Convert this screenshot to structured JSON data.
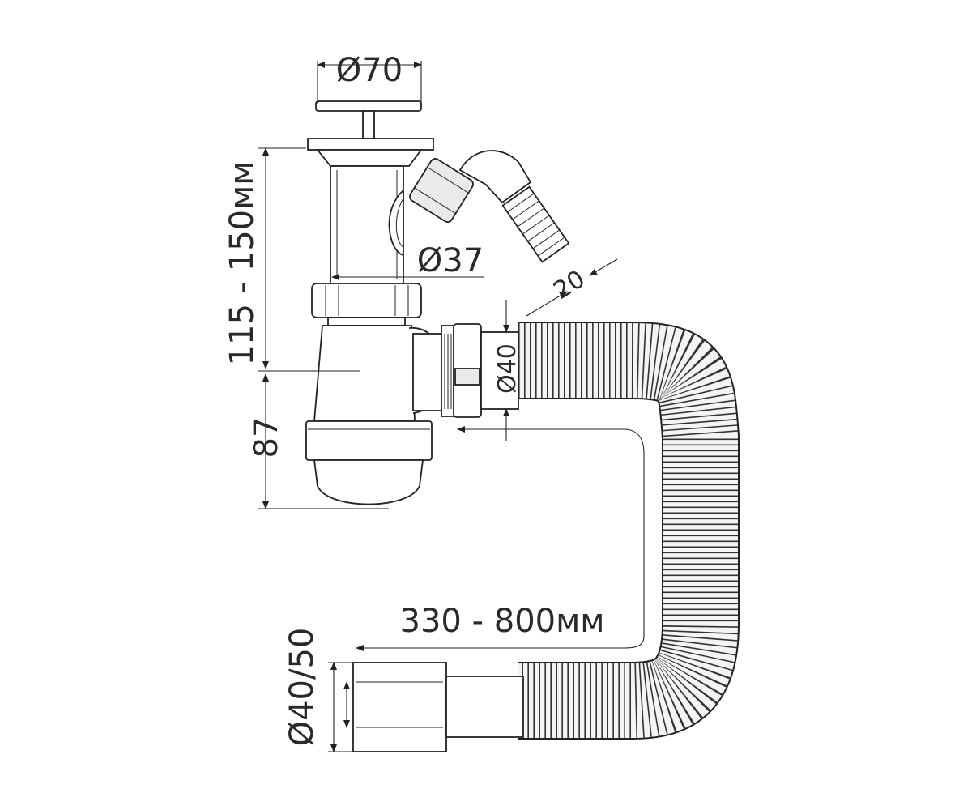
{
  "dimensions": {
    "grate_diameter": "Ø70",
    "height_range": "115 - 150мм",
    "outlet_diameter": "Ø37",
    "hose_end": "20",
    "pipe_diameter": "Ø40",
    "bowl_height": "87",
    "hose_length": "330 - 800мм",
    "outlet_bottom": "Ø40/50"
  }
}
